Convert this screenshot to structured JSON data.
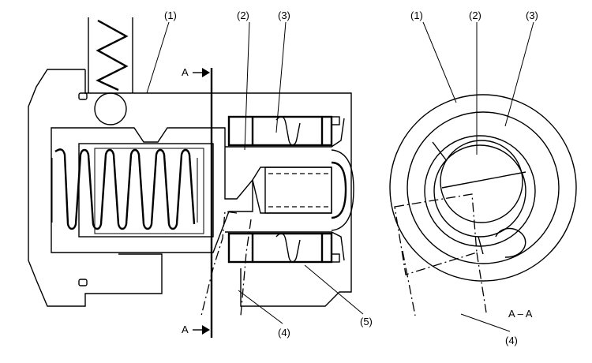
{
  "labels": {
    "left_1": "(1)",
    "left_2": "(2)",
    "left_3": "(3)",
    "left_4": "(4)",
    "left_5": "(5)",
    "section_top": "A",
    "section_bottom": "A",
    "right_1": "(1)",
    "right_2": "(2)",
    "right_3": "(3)",
    "right_4": "(4)",
    "section_view": "A – A"
  }
}
